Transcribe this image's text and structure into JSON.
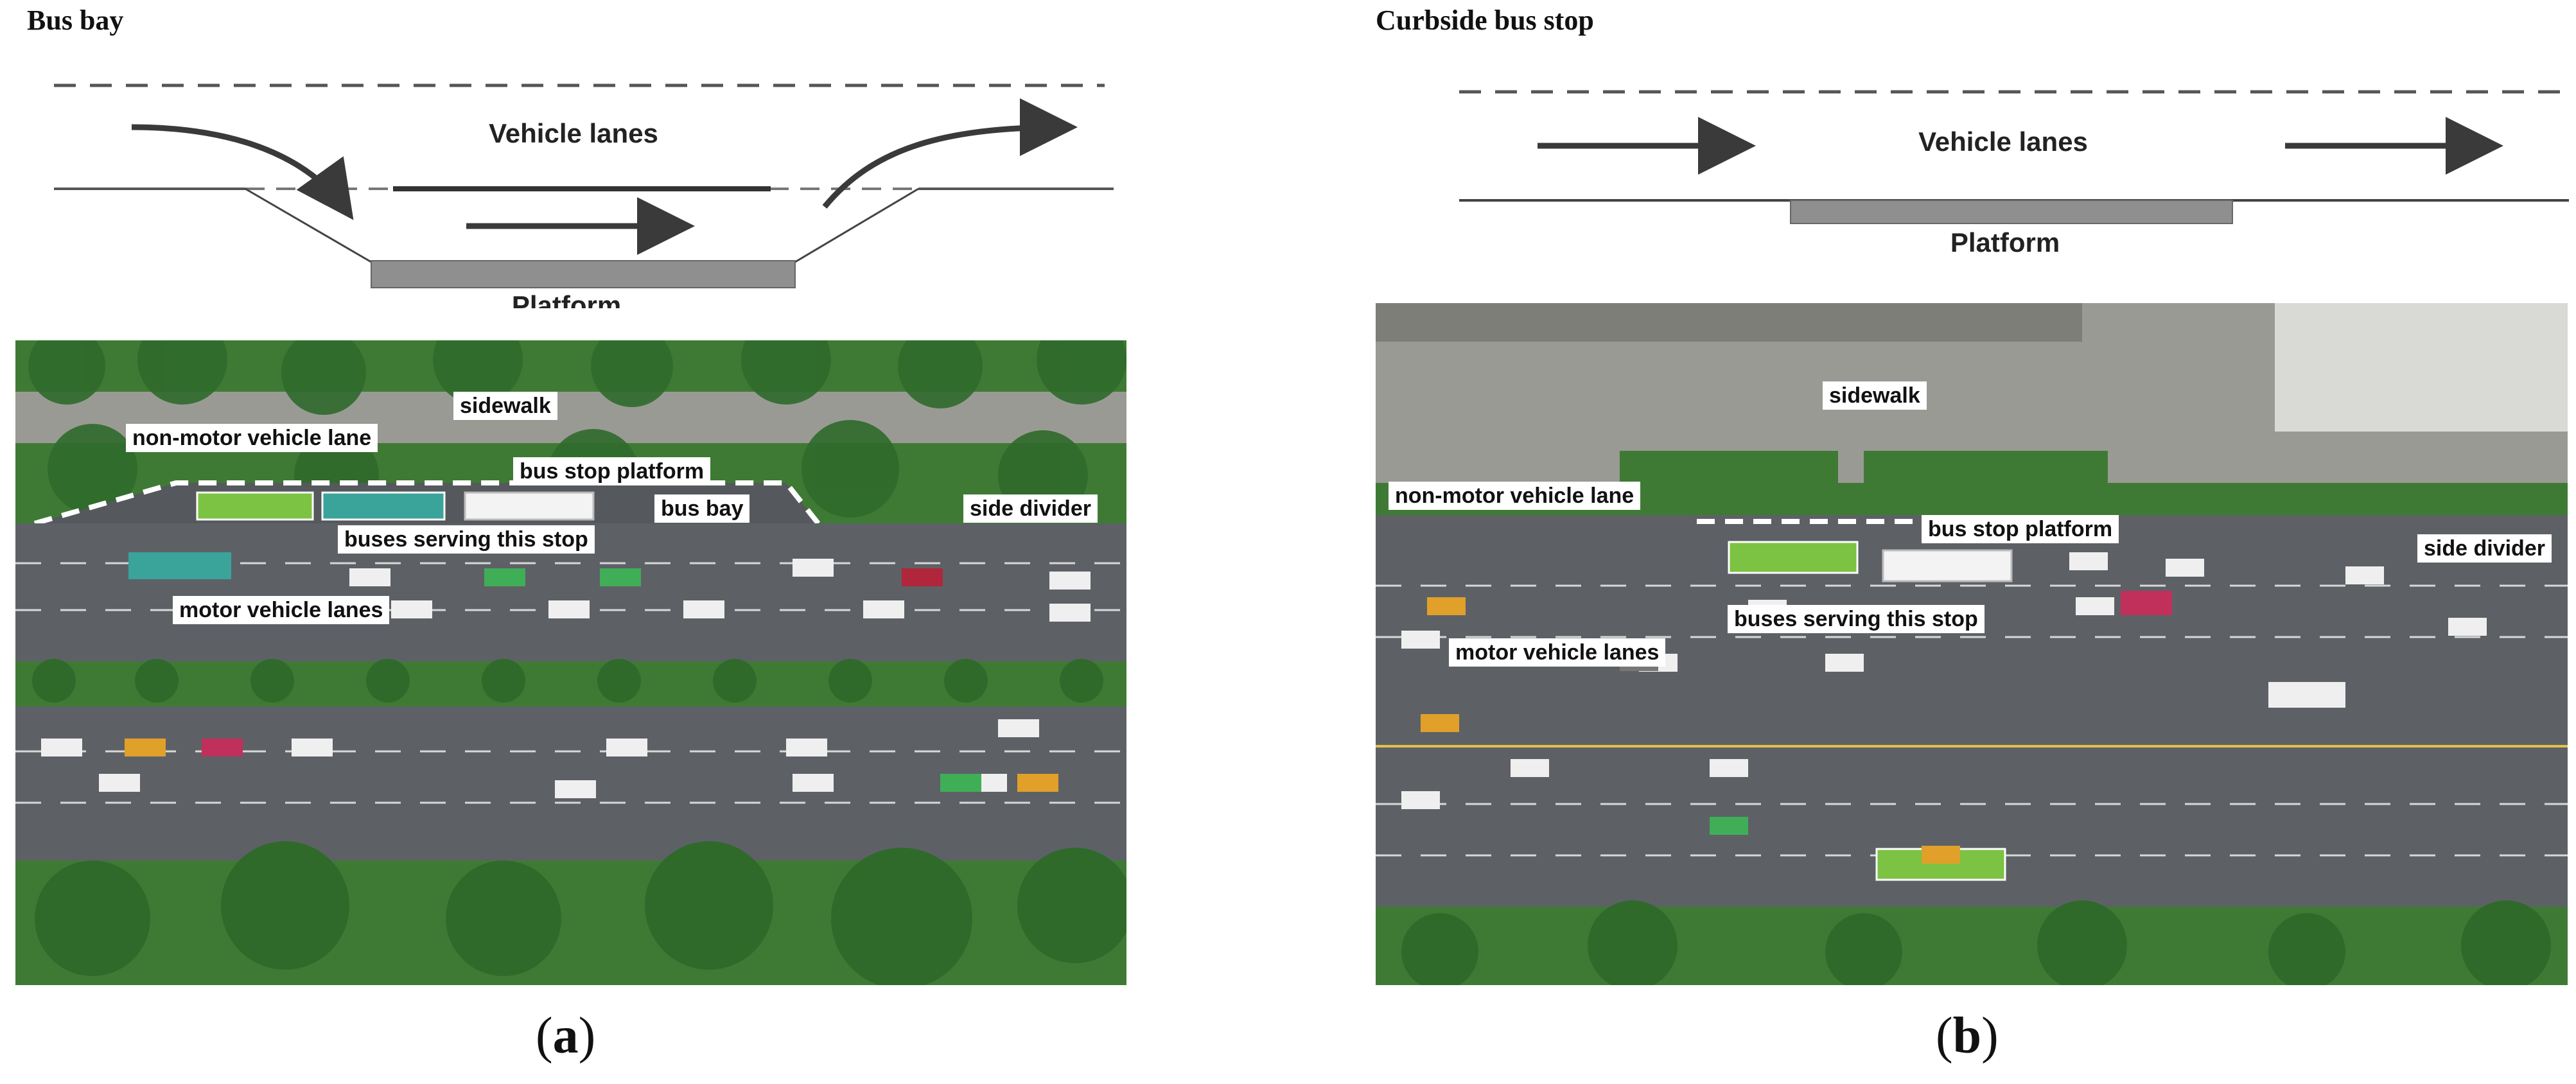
{
  "panel_a": {
    "title": "Bus bay",
    "schematic": {
      "lanes_label": "Vehicle lanes",
      "platform_label": "Platform"
    },
    "photo_labels": {
      "sidewalk": "sidewalk",
      "non_motor_lane": "non-motor vehicle lane",
      "bus_stop_platform": "bus stop platform",
      "bus_bay": "bus bay",
      "side_divider": "side divider",
      "buses_serving": "buses serving this stop",
      "motor_lanes": "motor vehicle lanes"
    },
    "caption_open": "(",
    "caption_letter": "a",
    "caption_close": ")"
  },
  "panel_b": {
    "title": "Curbside bus stop",
    "schematic": {
      "lanes_label": "Vehicle lanes",
      "platform_label": "Platform"
    },
    "photo_labels": {
      "sidewalk": "sidewalk",
      "non_motor_lane": "non-motor vehicle lane",
      "bus_stop_platform": "bus stop platform",
      "side_divider": "side divider",
      "buses_serving": "buses serving this stop",
      "motor_lanes": "motor vehicle lanes"
    },
    "caption_open": "(",
    "caption_letter": "b",
    "caption_close": ")"
  },
  "colors": {
    "asphalt": "#5d6166",
    "foliage": "#3f7a35",
    "sidewalk": "#9a9a94",
    "platform": "#8f8f8f",
    "bus_green": "#7cc243",
    "bus_teal": "#3aa39a"
  }
}
